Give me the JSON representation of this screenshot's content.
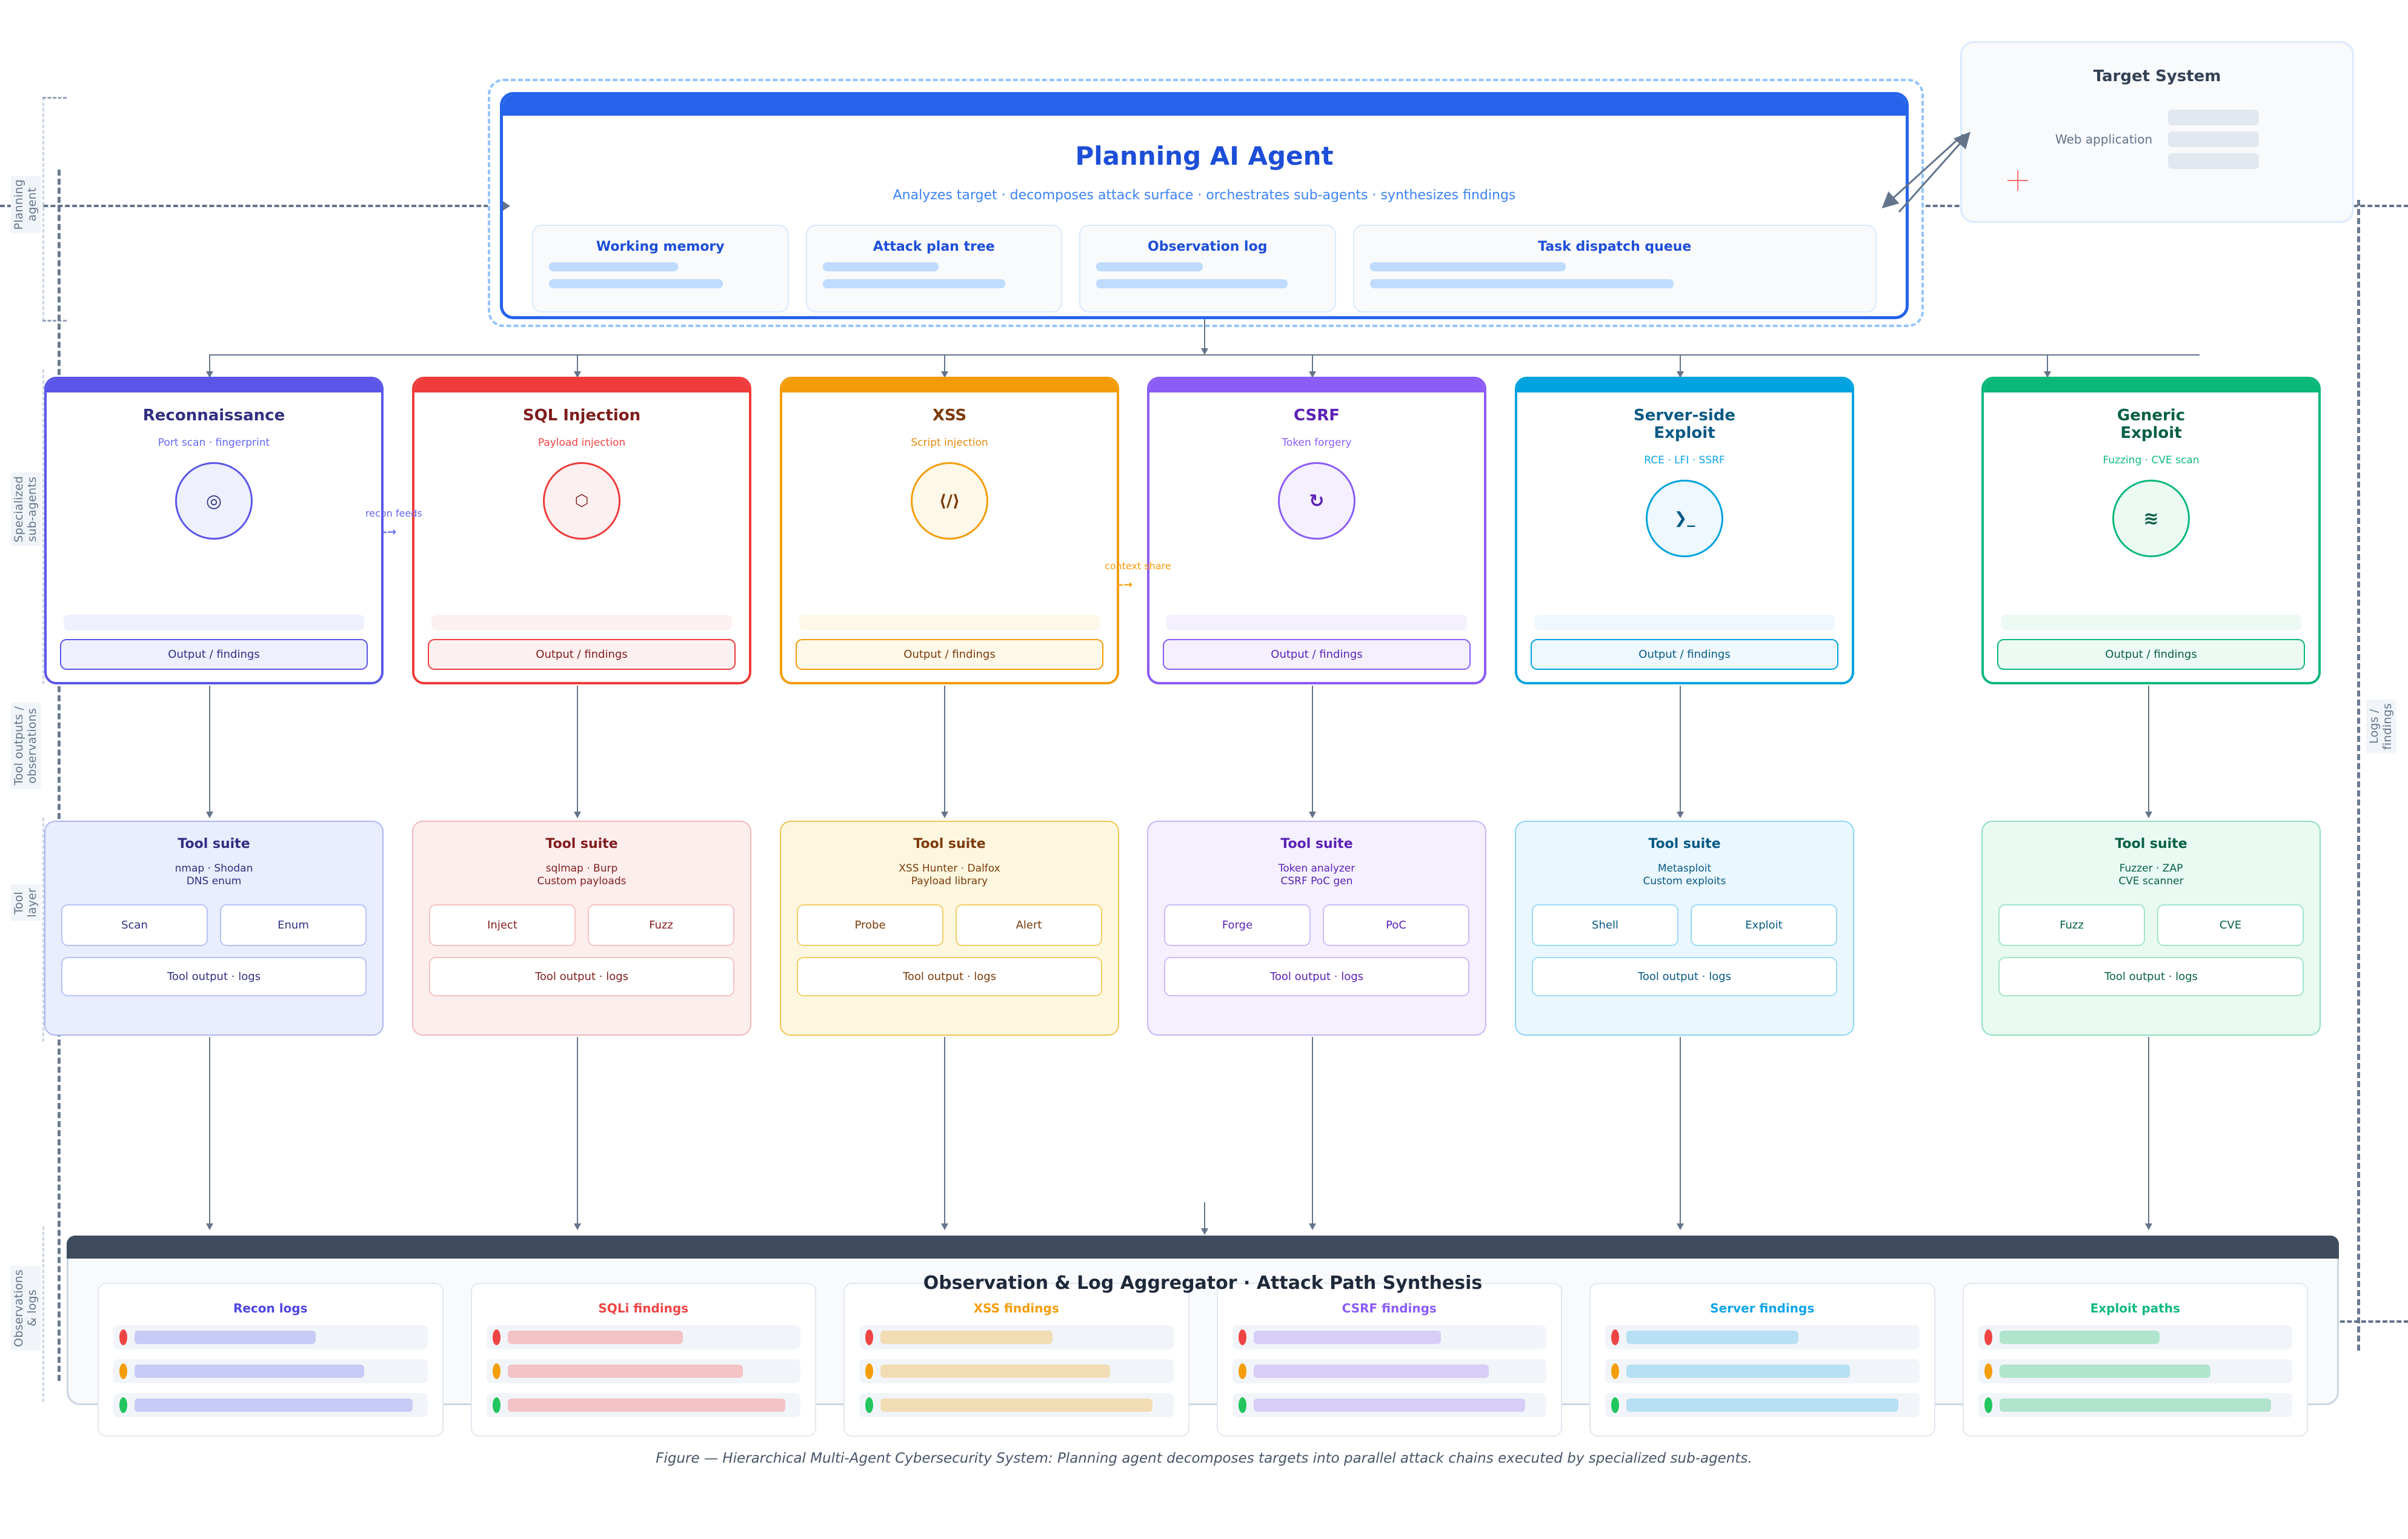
{
  "lanes": {
    "planning": "Planning\nagent",
    "subagents": "Specialized\nsub-agents",
    "tool_outputs": "Tool outputs /\nobservations",
    "tool_layer": "Tool\nlayer",
    "observations": "Observations\n& logs",
    "logs_findings": "Logs /\nfindings"
  },
  "planner": {
    "title": "Planning AI Agent",
    "subtitle": "Analyzes target · decomposes attack surface · orchestrates sub-agents · synthesizes findings",
    "slots": [
      {
        "title": "Working memory",
        "bars": [
          58,
          78
        ]
      },
      {
        "title": "Attack plan tree",
        "bars": [
          52,
          82
        ]
      },
      {
        "title": "Observation log",
        "bars": [
          48,
          86
        ]
      },
      {
        "title": "Task dispatch queue",
        "bars": [
          40,
          62
        ]
      }
    ]
  },
  "target": {
    "title": "Target System",
    "label": "Web application",
    "bars": 3,
    "marker": "crosshair-marker"
  },
  "agents": [
    {
      "name": "Reconnaissance",
      "sub": "Port scan · fingerprint",
      "glyph": "◎",
      "icon_name": "target-scan-icon",
      "accent": "#5b56e8",
      "text": "#312e81",
      "sub_color": "#6366f1",
      "tint": "#eef0fe",
      "output": "Output / findings"
    },
    {
      "name": "SQL Injection",
      "sub": "Payload injection",
      "glyph": "⬡",
      "icon_name": "database-icon",
      "accent": "#ef3b3b",
      "text": "#7f1d1d",
      "sub_color": "#ef4444",
      "tint": "#fdf0f0",
      "output": "Output / findings"
    },
    {
      "name": "XSS",
      "sub": "Script injection",
      "glyph": "⟨/⟩",
      "icon_name": "code-brackets-icon",
      "accent": "#f39c0a",
      "text": "#7c3a09",
      "sub_color": "#e08a0b",
      "tint": "#fdf8e8",
      "output": "Output / findings"
    },
    {
      "name": "CSRF",
      "sub": "Token forgery",
      "glyph": "↻",
      "icon_name": "refresh-token-icon",
      "accent": "#8b5cf6",
      "text": "#5b21b6",
      "sub_color": "#8b5cf6",
      "tint": "#f4f0fe",
      "output": "Output / findings"
    },
    {
      "name": "Server-side\nExploit",
      "sub": "RCE · LFI · SSRF",
      "glyph": "❯_",
      "icon_name": "terminal-icon",
      "accent": "#00a3e0",
      "text": "#075985",
      "sub_color": "#0ea5e9",
      "tint": "#eef8fe",
      "output": "Output / findings"
    },
    {
      "name": "Generic\nExploit",
      "sub": "Fuzzing · CVE scan",
      "glyph": "≋",
      "icon_name": "waves-fuzz-icon",
      "accent": "#0ab87a",
      "text": "#065f46",
      "sub_color": "#10b981",
      "tint": "#edfaf4",
      "output": "Output / findings"
    }
  ],
  "tools": [
    {
      "title": "Tool suite",
      "sub": "nmap · Shodan\nDNS enum",
      "buttons": [
        "Scan",
        "Enum"
      ],
      "log": "Tool output · logs",
      "bg": "#e9edfd",
      "border": "#aab6f5",
      "text": "#312e81",
      "btn_border": "#b8c2f7"
    },
    {
      "title": "Tool suite",
      "sub": "sqlmap · Burp\nCustom payloads",
      "buttons": [
        "Inject",
        "Fuzz"
      ],
      "log": "Tool output · logs",
      "bg": "#fdeeee",
      "border": "#f3b7b7",
      "text": "#7f1d1d",
      "btn_border": "#f5c2c2"
    },
    {
      "title": "Tool suite",
      "sub": "XSS Hunter · Dalfox\nPayload library",
      "buttons": [
        "Probe",
        "Alert"
      ],
      "log": "Tool output · logs",
      "bg": "#fdf7e0",
      "border": "#f0c54b",
      "text": "#7c3a09",
      "btn_border": "#f3cf67"
    },
    {
      "title": "Tool suite",
      "sub": "Token analyzer\nCSRF PoC gen",
      "buttons": [
        "Forge",
        "PoC"
      ],
      "log": "Tool output · logs",
      "bg": "#f4f0fe",
      "border": "#c9b6f7",
      "text": "#5b21b6",
      "btn_border": "#cfbdf8"
    },
    {
      "title": "Tool suite",
      "sub": "Metasploit\nCustom exploits",
      "buttons": [
        "Shell",
        "Exploit"
      ],
      "log": "Tool output · logs",
      "bg": "#eaf7fe",
      "border": "#8ad6f3",
      "text": "#075985",
      "btn_border": "#9cdcf5"
    },
    {
      "title": "Tool suite",
      "sub": "Fuzzer · ZAP\nCVE scanner",
      "buttons": [
        "Fuzz",
        "CVE"
      ],
      "log": "Tool output · logs",
      "bg": "#e9faf2",
      "border": "#8fdfbd",
      "text": "#065f46",
      "btn_border": "#a3e5c9"
    }
  ],
  "aggregator": {
    "title": "Observation & Log Aggregator  ·  Attack Path Synthesis",
    "cards": [
      {
        "title": "Recon logs",
        "color": "#4f46e5",
        "bar": "#c7cbf5",
        "widths": [
          60,
          76,
          92
        ]
      },
      {
        "title": "SQLi findings",
        "color": "#ef4444",
        "bar": "#f3c3c6",
        "widths": [
          58,
          78,
          92
        ]
      },
      {
        "title": "XSS findings",
        "color": "#f59e0b",
        "bar": "#f2dcb4",
        "widths": [
          57,
          76,
          90
        ]
      },
      {
        "title": "CSRF findings",
        "color": "#8b5cf6",
        "bar": "#d8cdf6",
        "widths": [
          62,
          78,
          90
        ]
      },
      {
        "title": "Server findings",
        "color": "#0ea5e9",
        "bar": "#b8e0f4",
        "widths": [
          57,
          74,
          90
        ]
      },
      {
        "title": "Exploit paths",
        "color": "#10b981",
        "bar": "#b1e4cd",
        "widths": [
          53,
          70,
          90
        ]
      }
    ],
    "dots": [
      "#ef4444",
      "#f59e0b",
      "#22c55e"
    ]
  },
  "edges": {
    "recon_feeds": "recon feeds",
    "context_share": "context share",
    "arrow_glyph": "–→"
  },
  "caption": "Figure — Hierarchical Multi-Agent Cybersecurity System: Planning agent decomposes targets into parallel attack chains executed by specialized sub-agents."
}
